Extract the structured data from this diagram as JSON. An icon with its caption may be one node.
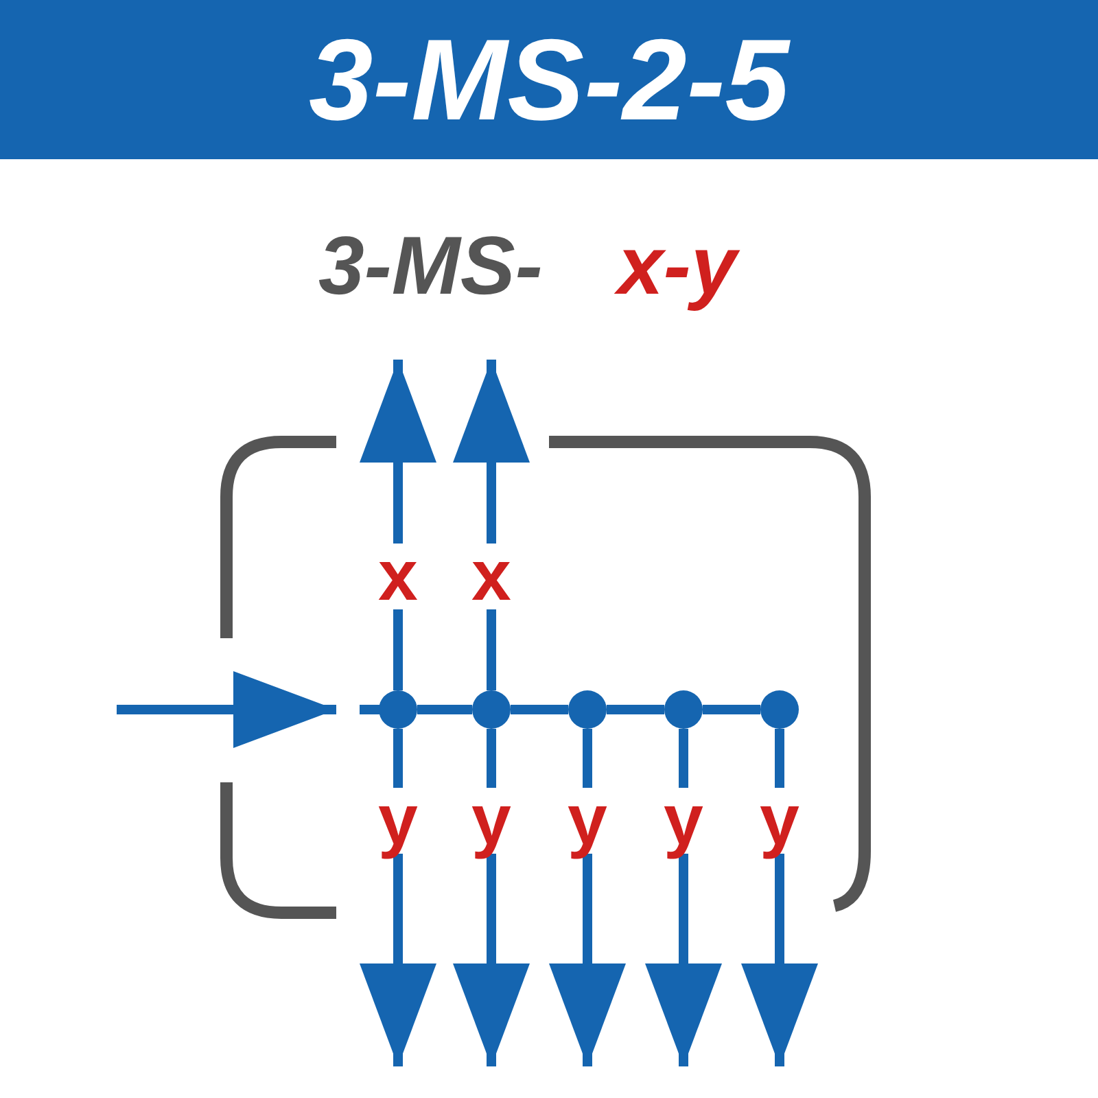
{
  "diagram": {
    "title": "3-MS-2-5",
    "nodes": [
      {
        "text": [],
        "shape": "circle"
      },
      {
        "text": [],
        "shape": "circle"
      },
      {
        "text": [],
        "shape": "circle"
      },
      {
        "text": [],
        "shape": "circle"
      },
      {
        "text": [],
        "shape": "circle"
      }
    ],
    "edges": [
      {
        "from": null,
        "to": 0,
        "arrow": "to"
      },
      {
        "from": 0,
        "to": null,
        "arrow": "to",
        "label": "x"
      },
      {
        "from": 1,
        "to": null,
        "arrow": "to",
        "label": "x"
      },
      {
        "from": 0,
        "to": null,
        "arrow": "to",
        "label": "y"
      },
      {
        "from": 1,
        "to": null,
        "arrow": "to",
        "label": "y"
      },
      {
        "from": 2,
        "to": null,
        "arrow": "to",
        "label": "y"
      },
      {
        "from": 3,
        "to": null,
        "arrow": "to",
        "label": "y"
      },
      {
        "from": 4,
        "to": null,
        "arrow": "to",
        "label": "y"
      },
      {
        "from": 0,
        "to": 1,
        "arrow": "none"
      },
      {
        "from": 1,
        "to": 2,
        "arrow": "none"
      },
      {
        "from": 2,
        "to": 3,
        "arrow": "none"
      },
      {
        "from": 3,
        "to": 4,
        "arrow": "none"
      }
    ],
    "labels": [
      "3-MS-",
      "x-y"
    ]
  }
}
